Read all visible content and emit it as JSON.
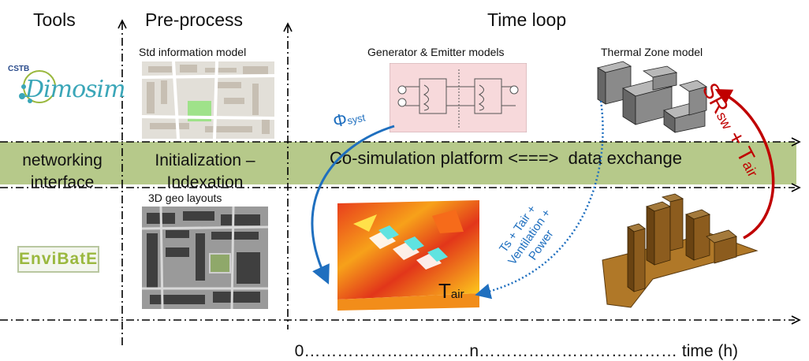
{
  "headers": {
    "tools": "Tools",
    "preprocess": "Pre-process",
    "timeloop": "Time loop"
  },
  "tools": {
    "logo1_small": "CSTB",
    "logo1_main": "Dimosim",
    "logo2": "EnviBatE"
  },
  "band": {
    "networking_line1": "networking",
    "networking_line2": "interface",
    "init_line1": "Initialization –",
    "init_line2": "Indexation",
    "cosim": "Co-simulation platform <===>  data exchange"
  },
  "captions": {
    "std_info": "Std information model",
    "geo": "3D geo layouts",
    "gen_emitter": "Generator & Emitter models",
    "thermal_zone": "Thermal Zone model"
  },
  "arrows": {
    "phi": "Φ",
    "phi_sub": "syst",
    "sr_main": "SR",
    "sr_sub": "sw",
    "sr_plus": " + T",
    "sr_sub2": "air",
    "ts_line1": "Ts + Tair +",
    "ts_line2": "Ventilation +",
    "ts_line3": "Power"
  },
  "tair": {
    "main": "T",
    "sub": "air"
  },
  "time_axis": {
    "zero": "0",
    "dots1": "…………………………",
    "n": "n",
    "dots2": "………………………………",
    "label": " time (h)"
  },
  "colors": {
    "band": "#b6c98a",
    "blue_arrow": "#1f6fbf",
    "red_arrow": "#c00000",
    "logo_teal": "#3aa6b8",
    "logo_green": "#9ab83e"
  }
}
